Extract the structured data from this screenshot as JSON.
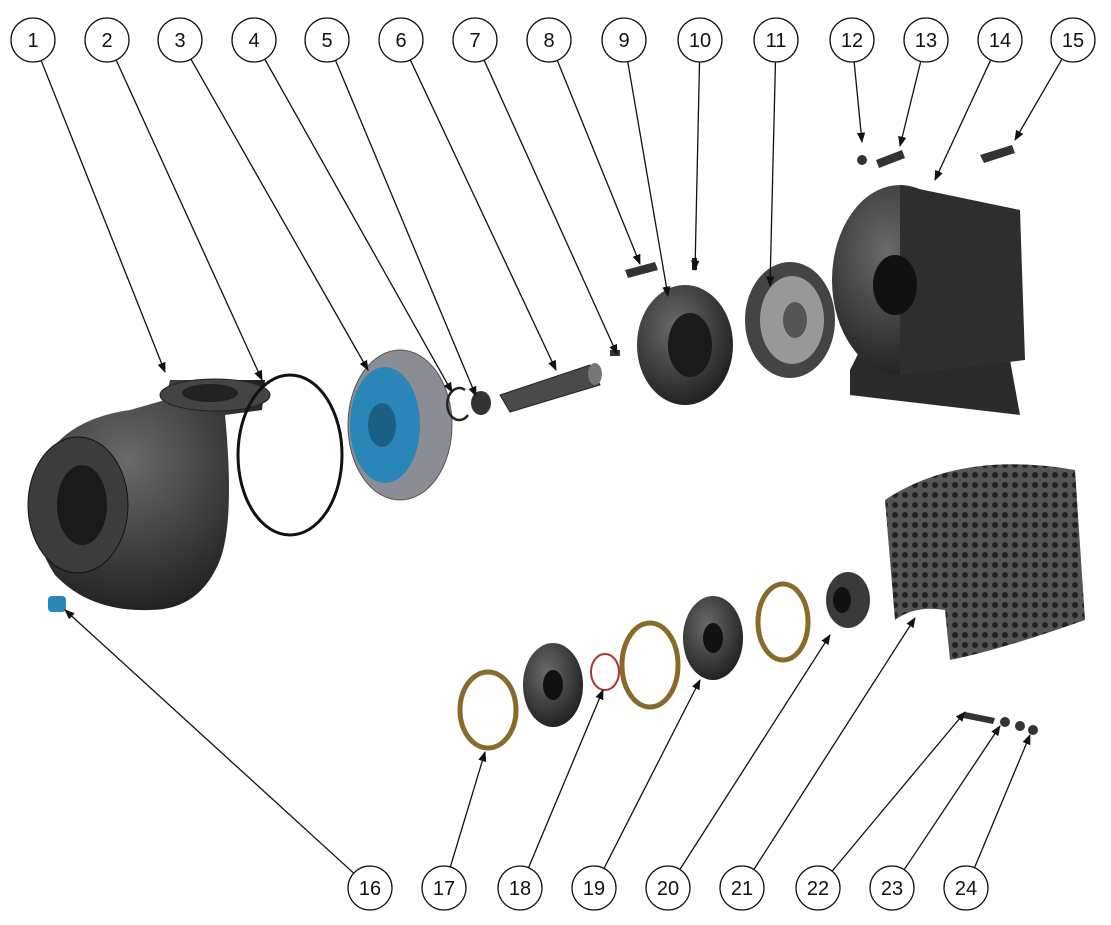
{
  "diagram": {
    "type": "exploded-assembly",
    "top_callouts": [
      "1",
      "2",
      "3",
      "4",
      "5",
      "6",
      "7",
      "8",
      "9",
      "10",
      "11",
      "12",
      "13",
      "14",
      "15"
    ],
    "bottom_callouts": [
      "16",
      "17",
      "18",
      "19",
      "20",
      "21",
      "22",
      "23",
      "24"
    ],
    "colors": {
      "cast_iron": "#3a3a3a",
      "impeller_gray": "#8a8e94",
      "impeller_blue": "#2a86b8",
      "gasket_bronze": "#8a6a2a",
      "line": "#111111"
    }
  }
}
